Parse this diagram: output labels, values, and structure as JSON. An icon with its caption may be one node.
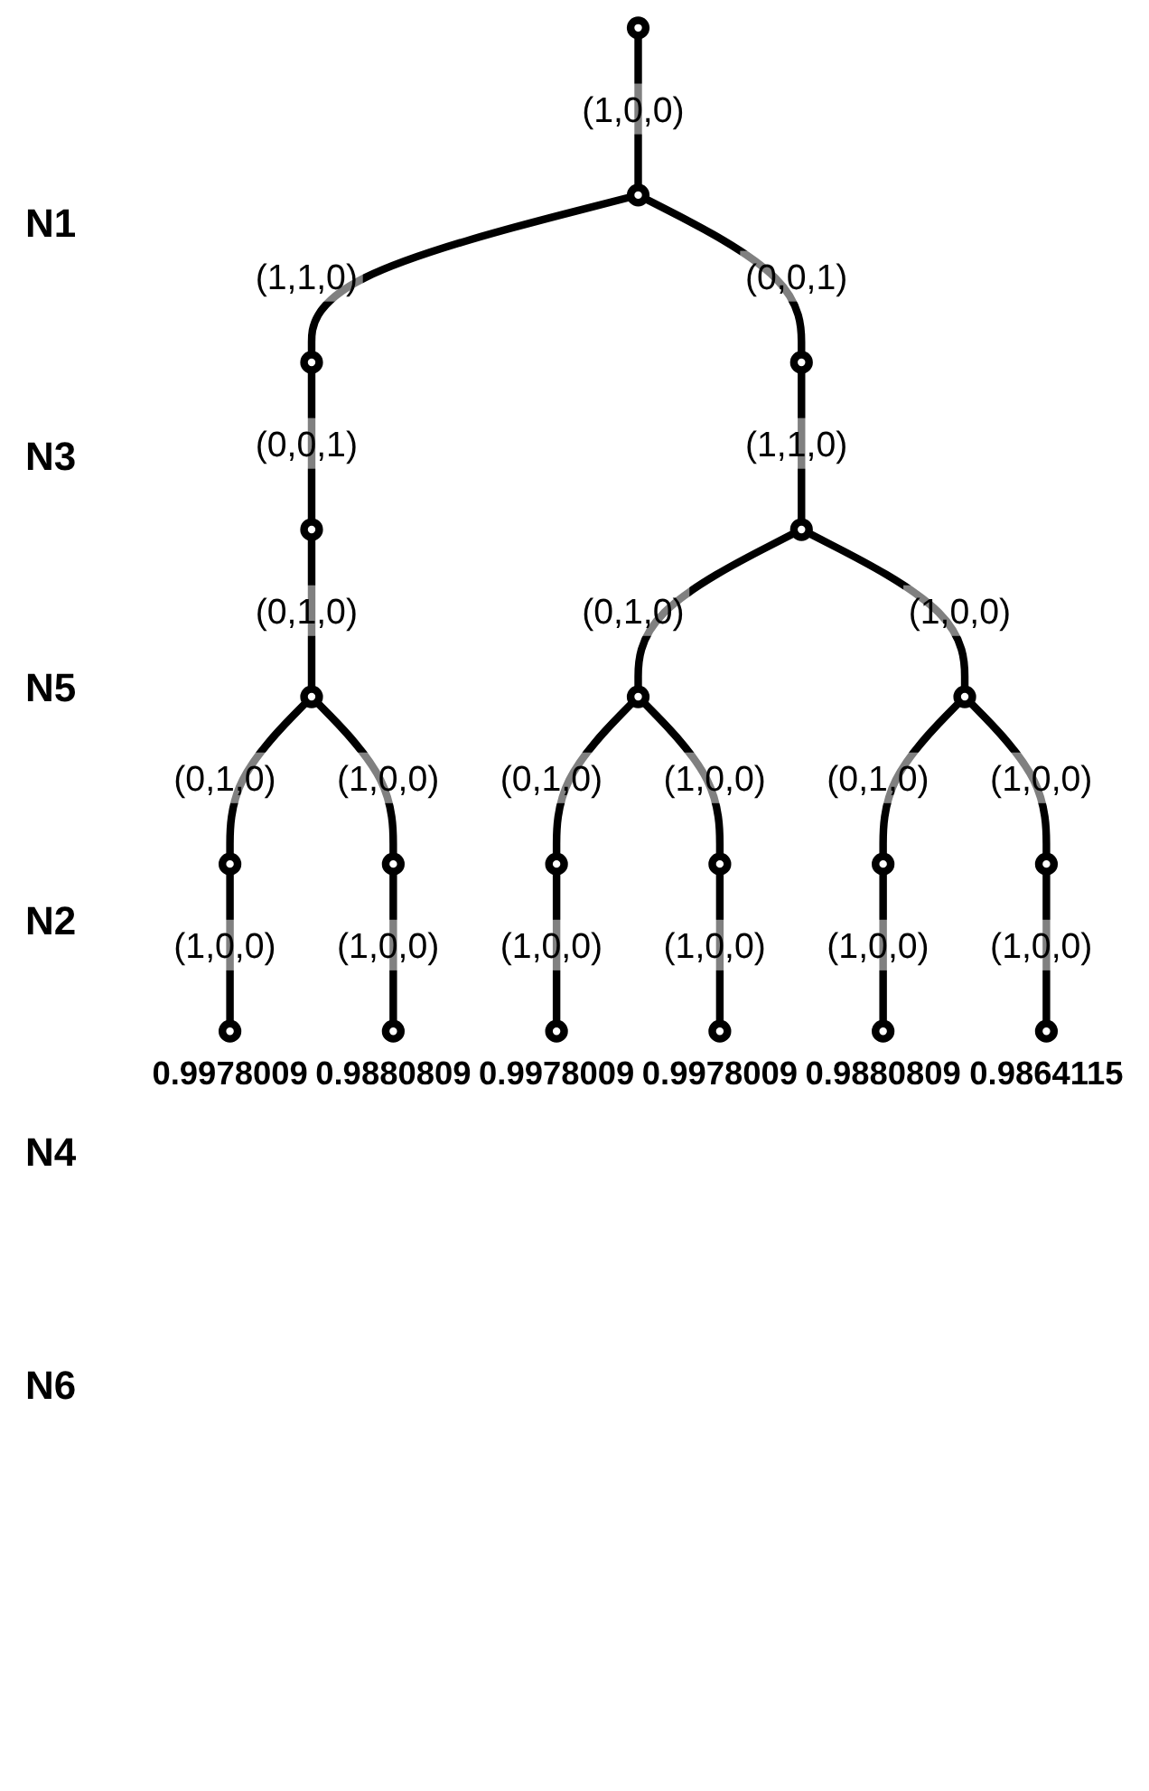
{
  "diagram": {
    "nodes": [
      {
        "text": [],
        "shape": "circle"
      },
      {
        "text": [],
        "shape": "circle"
      },
      {
        "text": [],
        "shape": "circle"
      },
      {
        "text": [],
        "shape": "circle"
      },
      {
        "text": [],
        "shape": "circle"
      },
      {
        "text": [],
        "shape": "circle"
      },
      {
        "text": [],
        "shape": "circle"
      },
      {
        "text": [],
        "shape": "circle"
      },
      {
        "text": [],
        "shape": "circle"
      },
      {
        "text": [],
        "shape": "circle"
      },
      {
        "text": [],
        "shape": "circle"
      },
      {
        "text": [],
        "shape": "circle"
      },
      {
        "text": [],
        "shape": "circle"
      },
      {
        "text": [],
        "shape": "circle"
      },
      {
        "text": [],
        "shape": "circle"
      },
      {
        "text": [],
        "shape": "circle",
        "beside": [
          "0.9978009"
        ]
      },
      {
        "text": [],
        "shape": "circle",
        "beside": [
          "0.9880809"
        ]
      },
      {
        "text": [],
        "shape": "circle",
        "beside": [
          "0.9978009"
        ]
      },
      {
        "text": [],
        "shape": "circle",
        "beside": [
          "0.9978009"
        ]
      },
      {
        "text": [],
        "shape": "circle",
        "beside": [
          "0.9880809"
        ]
      },
      {
        "text": [],
        "shape": "circle",
        "beside": [
          "0.9864115"
        ]
      }
    ],
    "edges": [
      {
        "from": 0,
        "to": 1,
        "arrow": "none",
        "label": "(1,0,0)"
      },
      {
        "from": 1,
        "to": 2,
        "arrow": "none",
        "label": "(1,1,0)"
      },
      {
        "from": 1,
        "to": 3,
        "arrow": "none",
        "label": "(0,0,1)"
      },
      {
        "from": 2,
        "to": 4,
        "arrow": "none",
        "label": "(0,0,1)"
      },
      {
        "from": 3,
        "to": 5,
        "arrow": "none",
        "label": "(1,1,0)"
      },
      {
        "from": 4,
        "to": 6,
        "arrow": "none",
        "label": "(0,1,0)"
      },
      {
        "from": 5,
        "to": 7,
        "arrow": "none",
        "label": "(0,1,0)"
      },
      {
        "from": 5,
        "to": 8,
        "arrow": "none",
        "label": "(1,0,0)"
      },
      {
        "from": 6,
        "to": 9,
        "arrow": "none",
        "label": "(0,1,0)"
      },
      {
        "from": 6,
        "to": 10,
        "arrow": "none",
        "label": "(1,0,0)"
      },
      {
        "from": 7,
        "to": 11,
        "arrow": "none",
        "label": "(0,1,0)"
      },
      {
        "from": 7,
        "to": 12,
        "arrow": "none",
        "label": "(1,0,0)"
      },
      {
        "from": 8,
        "to": 13,
        "arrow": "none",
        "label": "(0,1,0)"
      },
      {
        "from": 8,
        "to": 14,
        "arrow": "none",
        "label": "(1,0,0)"
      },
      {
        "from": 9,
        "to": 15,
        "arrow": "none",
        "label": "(1,0,0)"
      },
      {
        "from": 10,
        "to": 16,
        "arrow": "none",
        "label": "(1,0,0)"
      },
      {
        "from": 11,
        "to": 17,
        "arrow": "none",
        "label": "(1,0,0)"
      },
      {
        "from": 12,
        "to": 18,
        "arrow": "none",
        "label": "(1,0,0)"
      },
      {
        "from": 13,
        "to": 19,
        "arrow": "none",
        "label": "(1,0,0)"
      },
      {
        "from": 14,
        "to": 20,
        "arrow": "none",
        "label": "(1,0,0)"
      }
    ],
    "labels": [
      "N1",
      "N3",
      "N5",
      "N2",
      "N4",
      "N6"
    ]
  }
}
